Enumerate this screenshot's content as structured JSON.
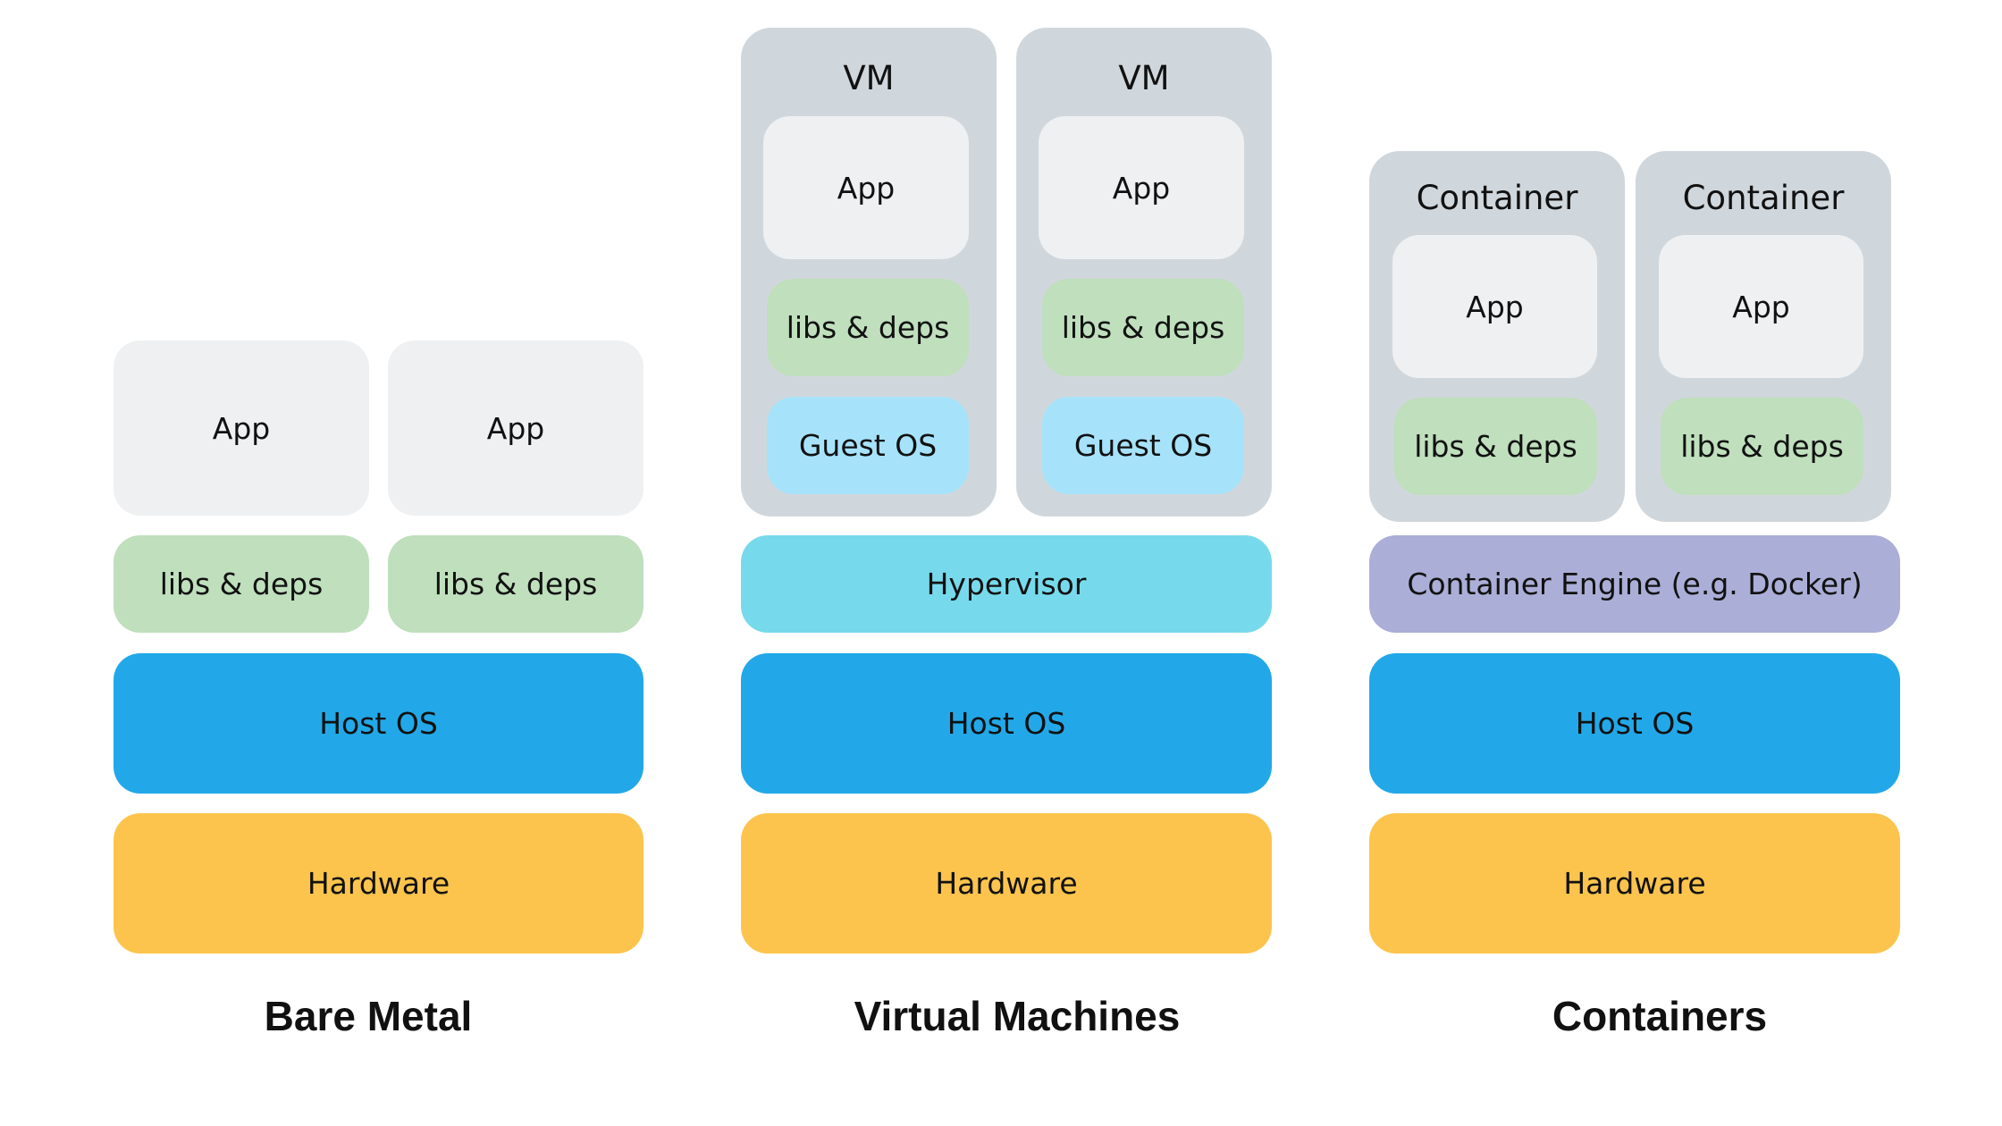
{
  "colors": {
    "app": "#eef0f2",
    "libs": "#bfdfbd",
    "host_os": "#22a8e8",
    "hardware": "#fcc44d",
    "guest_os": "#a6e3fb",
    "hypervisor": "#77daec",
    "container_engine": "#abaed7",
    "frame": "#d0d7dc"
  },
  "bare_metal": {
    "title": "Bare Metal",
    "apps": [
      "App",
      "App"
    ],
    "libs": [
      "libs & deps",
      "libs & deps"
    ],
    "host_os": "Host OS",
    "hardware": "Hardware"
  },
  "virtual_machines": {
    "title": "Virtual Machines",
    "vms": [
      {
        "label": "VM",
        "app": "App",
        "libs": "libs & deps",
        "guest_os": "Guest OS"
      },
      {
        "label": "VM",
        "app": "App",
        "libs": "libs & deps",
        "guest_os": "Guest OS"
      }
    ],
    "hypervisor": "Hypervisor",
    "host_os": "Host OS",
    "hardware": "Hardware"
  },
  "containers": {
    "title": "Containers",
    "containers": [
      {
        "label": "Container",
        "app": "App",
        "libs": "libs & deps"
      },
      {
        "label": "Container",
        "app": "App",
        "libs": "libs & deps"
      }
    ],
    "engine": "Container Engine (e.g. Docker)",
    "host_os": "Host OS",
    "hardware": "Hardware"
  }
}
